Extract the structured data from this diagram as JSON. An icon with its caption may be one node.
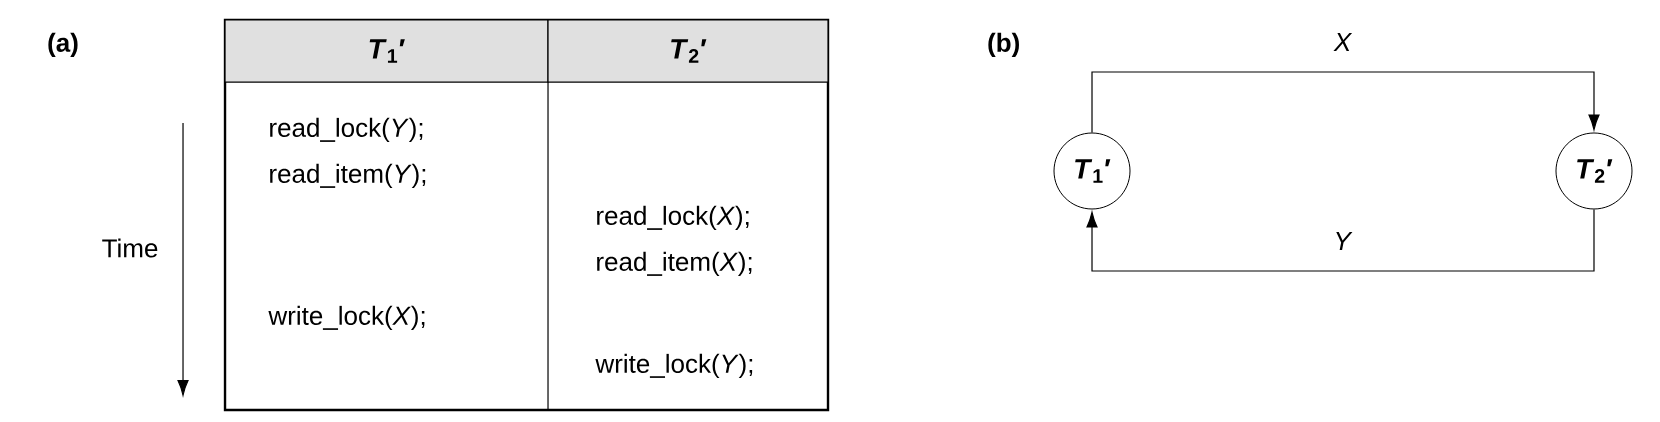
{
  "diagram": {
    "nodes": [
      {
        "text": [
          "*T*$_{1}$′"
        ]
      },
      {
        "text": [
          "*T*$_{2}$′"
        ]
      }
    ],
    "edges": [
      {
        "from": 0,
        "to": 1,
        "arrow": "to",
        "label": "*X*"
      },
      {
        "from": 1,
        "to": 0,
        "arrow": "to",
        "label": "*Y*"
      }
    ],
    "labels": [
      "(a)",
      "*T*$_{1}$′",
      "*T*$_{2}$′",
      "read_lock(*Y*);",
      "read_item(*Y*);",
      "read_lock(*X*);",
      "read_item(*X*);",
      "write_lock(*X*);",
      "write_lock(*Y*);",
      "Time",
      "(b)"
    ]
  }
}
